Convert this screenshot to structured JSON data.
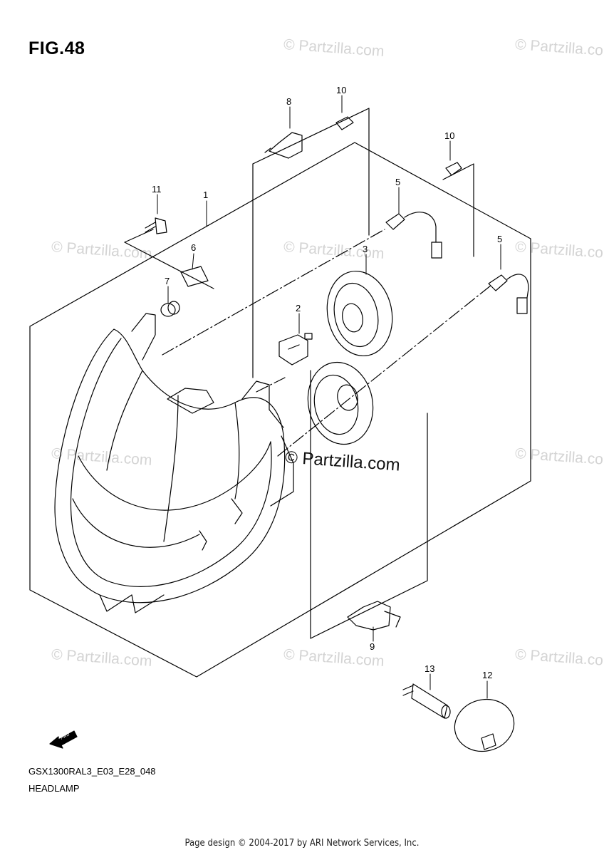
{
  "figure_title": "FIG.48",
  "model_code": "GSX1300RAL3_E03_E28_048",
  "assembly_name": "HEADLAMP",
  "footer": "Page design © 2004-2017 by ARI Network Services, Inc.",
  "watermark_text": "© Partzilla.com",
  "watermark_main": "© Partzilla.com",
  "fwd_label": "FWD",
  "callouts": [
    "1",
    "2",
    "3",
    "5",
    "5",
    "6",
    "7",
    "8",
    "9",
    "10",
    "10",
    "11",
    "12",
    "13"
  ],
  "colors": {
    "line": "#000000",
    "watermark": "#d4d4d4"
  }
}
